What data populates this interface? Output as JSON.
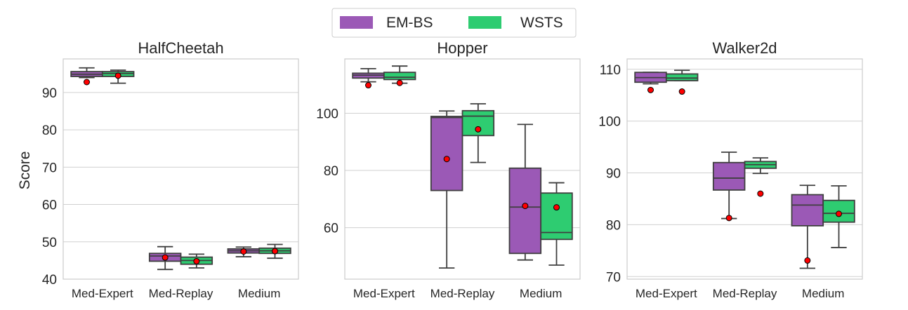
{
  "legend": {
    "entries": [
      {
        "label": "EM-BS",
        "color": "#9b59b6"
      },
      {
        "label": "WSTS",
        "color": "#2ecc71"
      }
    ],
    "placement": "top-center"
  },
  "y_axis_label": "Score",
  "colors": {
    "em_bs": "#9b59b6",
    "wsts": "#2ecc71",
    "grid": "#d0d0d0",
    "mean_marker": "#ff0000"
  },
  "chart_data": [
    {
      "type": "box",
      "title": "HalfCheetah",
      "ylabel": "Score",
      "categories": [
        "Med-Expert",
        "Med-Replay",
        "Medium"
      ],
      "ylim": [
        40,
        99
      ],
      "yticks": [
        40,
        50,
        60,
        70,
        80,
        90
      ],
      "grid": true,
      "series": [
        {
          "name": "EM-BS",
          "color": "#9b59b6",
          "boxes": [
            {
              "whisker_low": 94.0,
              "q1": 94.3,
              "median": 94.9,
              "q3": 95.6,
              "whisker_high": 96.6,
              "mean": 92.8
            },
            {
              "whisker_low": 42.6,
              "q1": 44.8,
              "median": 46.2,
              "q3": 46.9,
              "whisker_high": 48.7,
              "mean": 45.8
            },
            {
              "whisker_low": 46.0,
              "q1": 47.0,
              "median": 47.6,
              "q3": 48.1,
              "whisker_high": 48.6,
              "mean": 47.4
            }
          ]
        },
        {
          "name": "WSTS",
          "color": "#2ecc71",
          "boxes": [
            {
              "whisker_low": 92.5,
              "q1": 94.3,
              "median": 95.1,
              "q3": 95.6,
              "whisker_high": 96.0,
              "mean": 94.5
            },
            {
              "whisker_low": 43.0,
              "q1": 44.0,
              "median": 45.0,
              "q3": 45.9,
              "whisker_high": 46.7,
              "mean": 44.8
            },
            {
              "whisker_low": 45.6,
              "q1": 46.9,
              "median": 47.6,
              "q3": 48.3,
              "whisker_high": 49.3,
              "mean": 47.5
            }
          ]
        }
      ]
    },
    {
      "type": "box",
      "title": "Hopper",
      "ylabel": "",
      "categories": [
        "Med-Expert",
        "Med-Replay",
        "Medium"
      ],
      "ylim": [
        42,
        119
      ],
      "yticks": [
        60,
        80,
        100
      ],
      "grid": true,
      "series": [
        {
          "name": "EM-BS",
          "color": "#9b59b6",
          "boxes": [
            {
              "whisker_low": 111.0,
              "q1": 112.3,
              "median": 113.3,
              "q3": 114.0,
              "whisker_high": 115.6,
              "mean": 109.8
            },
            {
              "whisker_low": 45.9,
              "q1": 73.0,
              "median": 98.5,
              "q3": 98.9,
              "whisker_high": 100.8,
              "mean": 84.0
            },
            {
              "whisker_low": 48.7,
              "q1": 51.0,
              "median": 67.2,
              "q3": 80.8,
              "whisker_high": 96.1,
              "mean": 67.6
            }
          ]
        },
        {
          "name": "WSTS",
          "color": "#2ecc71",
          "boxes": [
            {
              "whisker_low": 110.5,
              "q1": 111.8,
              "median": 112.6,
              "q3": 114.3,
              "whisker_high": 116.5,
              "mean": 110.6
            },
            {
              "whisker_low": 82.8,
              "q1": 92.2,
              "median": 99.0,
              "q3": 100.9,
              "whisker_high": 103.3,
              "mean": 94.4
            },
            {
              "whisker_low": 46.9,
              "q1": 55.9,
              "median": 58.3,
              "q3": 72.1,
              "whisker_high": 75.7,
              "mean": 67.1
            }
          ]
        }
      ]
    },
    {
      "type": "box",
      "title": "Walker2d",
      "ylabel": "",
      "categories": [
        "Med-Expert",
        "Med-Replay",
        "Medium"
      ],
      "ylim": [
        69.5,
        112
      ],
      "yticks": [
        70,
        80,
        90,
        100,
        110
      ],
      "grid": true,
      "series": [
        {
          "name": "EM-BS",
          "color": "#9b59b6",
          "boxes": [
            {
              "whisker_low": 107.2,
              "q1": 107.5,
              "median": 108.4,
              "q3": 109.4,
              "whisker_high": 109.4,
              "mean": 106.0
            },
            {
              "whisker_low": 81.2,
              "q1": 86.7,
              "median": 89.0,
              "q3": 92.0,
              "whisker_high": 94.0,
              "mean": 81.3
            },
            {
              "whisker_low": 71.6,
              "q1": 79.8,
              "median": 83.8,
              "q3": 85.8,
              "whisker_high": 87.6,
              "mean": 73.1
            }
          ]
        },
        {
          "name": "WSTS",
          "color": "#2ecc71",
          "boxes": [
            {
              "whisker_low": 107.8,
              "q1": 107.8,
              "median": 108.3,
              "q3": 109.1,
              "whisker_high": 109.8,
              "mean": 105.7
            },
            {
              "whisker_low": 89.9,
              "q1": 90.9,
              "median": 91.6,
              "q3": 92.2,
              "whisker_high": 92.9,
              "mean": 86.0
            },
            {
              "whisker_low": 75.6,
              "q1": 80.5,
              "median": 82.2,
              "q3": 84.7,
              "whisker_high": 87.5,
              "mean": 82.1
            }
          ]
        }
      ]
    }
  ]
}
